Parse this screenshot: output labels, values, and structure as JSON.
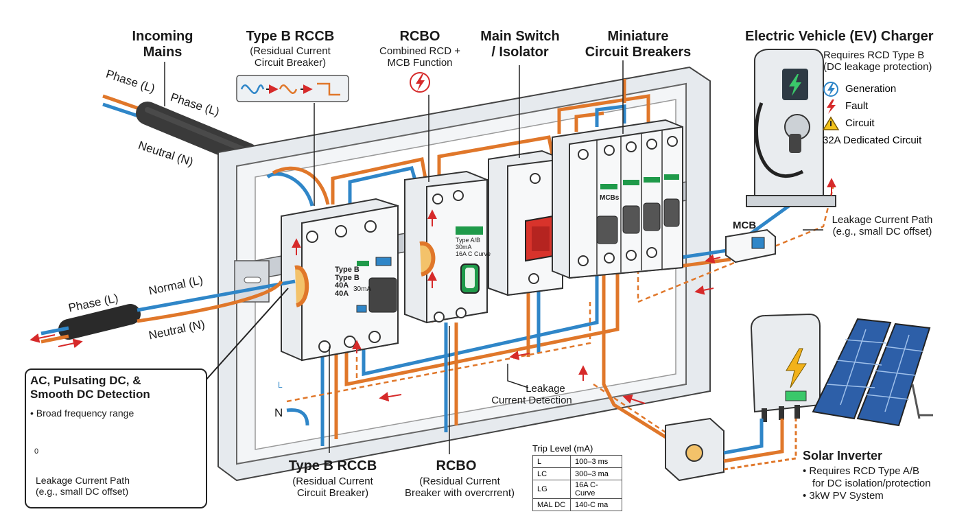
{
  "labels": {
    "incoming_mains": [
      "Incoming",
      "Mains"
    ],
    "rccb_top_title": "Type B RCCB",
    "rccb_top_sub": [
      "(Residual Current",
      "Circuit Breaker)"
    ],
    "rcbo_top_title": "RCBO",
    "rcbo_top_sub": [
      "Combined RCD +",
      "MCB Function"
    ],
    "main_switch": [
      "Main Switch",
      "/ Isolator"
    ],
    "mcb_group": [
      "Miniature",
      "Circuit Breakers"
    ],
    "ev_title": "Electric Vehicle (EV) Charger",
    "ev_sub": [
      "Requires RCD Type B",
      "(DC leakage protection)"
    ],
    "rccb_bottom_title": "Type B RCCB",
    "rccb_bottom_sub": [
      "(Residual Current",
      "Circuit Breaker)"
    ],
    "rcbo_bottom_title": "RCBO",
    "rcbo_bottom_sub": [
      "(Residual Current",
      "Breaker with overcrrent)"
    ],
    "leakage_detection": [
      "Leakage",
      "Current Detection"
    ],
    "leakage_path_right": [
      "Leakage Current Path",
      "(e.g., small DC offset)"
    ],
    "mcb_label": "MCB",
    "mcbs_label": "MCBs",
    "solar_title": "Solar Inverter",
    "solar_bullets": [
      "Requires RCD Type A/B",
      "for DC isolation/protection",
      "3kW PV System"
    ]
  },
  "legend": [
    {
      "icon": "generation-icon",
      "label": "Generation"
    },
    {
      "icon": "fault-icon",
      "label": "Fault"
    },
    {
      "icon": "warning-icon",
      "label": "Circuit"
    },
    {
      "icon": "",
      "label": "32A Dedicated Circuit"
    }
  ],
  "wires": {
    "phase_top_1": "Phase (L)",
    "phase_top_2": "Phase (L)",
    "neutral_top": "Neutral (N)",
    "phase_left": "Phase (L)",
    "normal_l": "Normal (L)",
    "neutral_n": "Neutral (N)",
    "small_n": "N",
    "small_l": "L"
  },
  "device_text": {
    "rccb_face": [
      "Type B",
      "Type B",
      "40A",
      "40A",
      "30mA"
    ],
    "rcbo_face": [
      "Type A/B",
      "30mA",
      "16A C Curve"
    ]
  },
  "callout": {
    "title": [
      "AC, Pulsating DC, &",
      "Smooth DC Detection"
    ],
    "bullet": "Broad frequency range",
    "axis_zero": "0",
    "footer": [
      "Leakage Current Path",
      "(e.g., small DC offset)"
    ]
  },
  "trip_table": {
    "title": "Trip Level (mA)",
    "rows": [
      [
        "L",
        "100–3 ms"
      ],
      [
        "LC",
        "300–3 ma"
      ],
      [
        "LG",
        "16A C-Curve"
      ],
      [
        "MAL DC",
        "140-C ma"
      ]
    ]
  },
  "colors": {
    "phase_wire": "#2f86c8",
    "neutral_wire": "#e0772a",
    "fault_arrow": "#d62a2a",
    "breaker_green": "#1f9a4a",
    "handle_red": "#d8332b",
    "solar_panel": "#2d5fa8"
  }
}
